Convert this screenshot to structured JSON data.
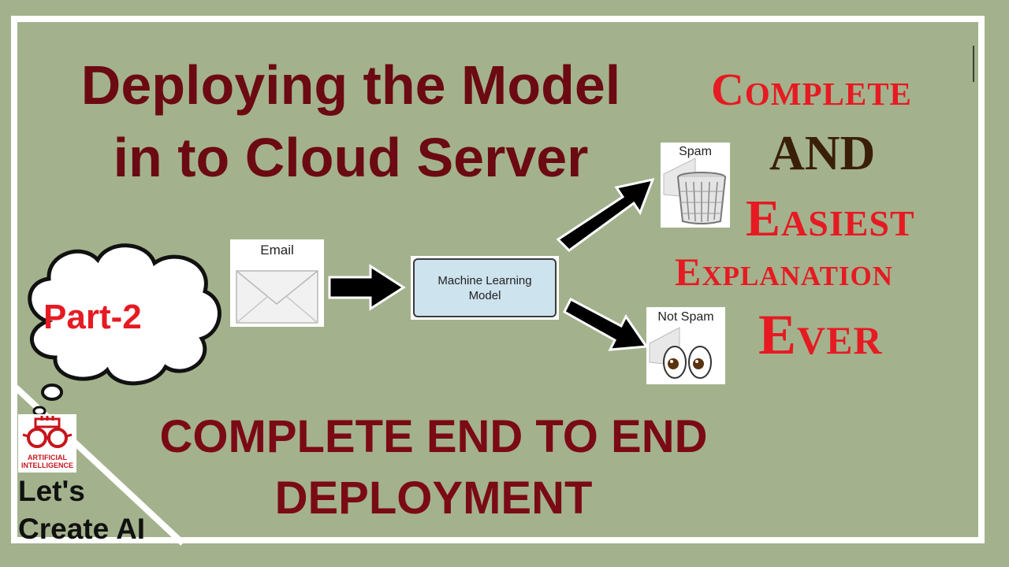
{
  "title": {
    "line1": "Deploying the Model",
    "line2": "in to Cloud Server"
  },
  "tagline": {
    "complete": "Complete",
    "and": "AND",
    "easiest": "Easiest",
    "explanation": "Explanation",
    "ever": "Ever"
  },
  "diagram": {
    "email_label": "Email",
    "model_label_line1": "Machine Learning",
    "model_label_line2": "Model",
    "spam_label": "Spam",
    "not_spam_label": "Not Spam"
  },
  "badge": "Part-2",
  "bottom": {
    "line1": "COMPLETE END TO END",
    "line2": "DEPLOYMENT"
  },
  "logo": {
    "line1": "ARTIFICIAL",
    "line2": "INTELLIGENCE"
  },
  "brand": {
    "line1": "Let's",
    "line2": "Create AI"
  },
  "colors": {
    "background": "#a3b28c",
    "title": "#6b0a12",
    "accent_red": "#e61a22",
    "and": "#3a1f08"
  }
}
